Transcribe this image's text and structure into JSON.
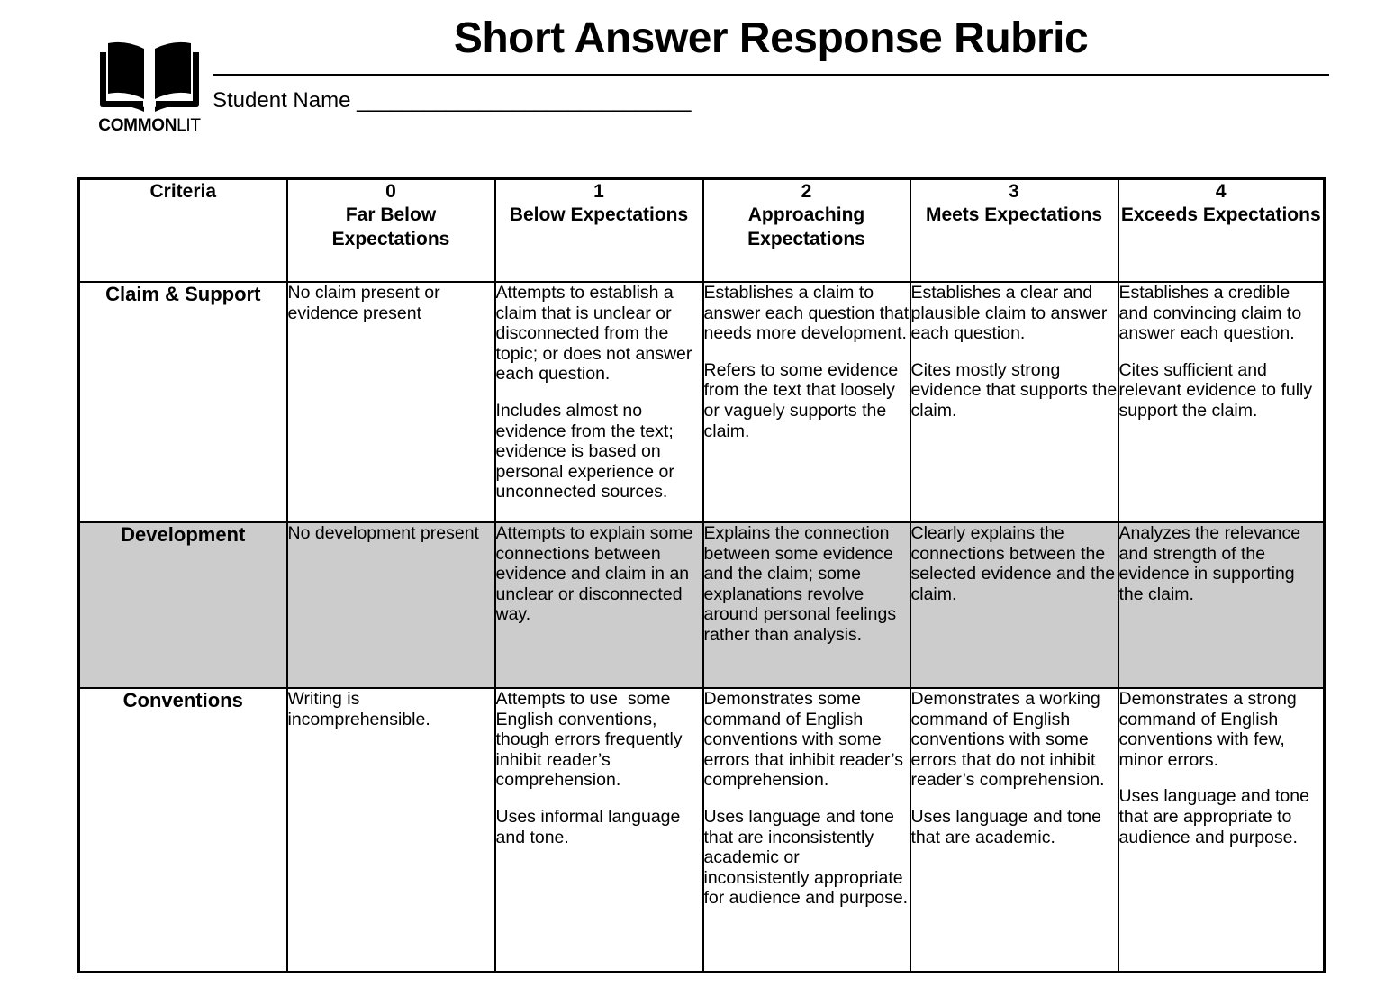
{
  "header": {
    "logo": {
      "icon": "open-book-icon",
      "wordmark_strong": "COMMON",
      "wordmark_light": "LIT"
    },
    "title": "Short Answer Response Rubric",
    "student_name_label": "Student Name",
    "student_name_fill": "______________________________",
    "student_name_value": ""
  },
  "table": {
    "columns": [
      {
        "key": "criteria",
        "num": "",
        "label": "Criteria"
      },
      {
        "key": "s0",
        "num": "0",
        "label": "Far Below Expectations"
      },
      {
        "key": "s1",
        "num": "1",
        "label": "Below Expectations"
      },
      {
        "key": "s2",
        "num": "2",
        "label": "Approaching Expectations"
      },
      {
        "key": "s3",
        "num": "3",
        "label": "Meets Expectations"
      },
      {
        "key": "s4",
        "num": "4",
        "label": "Exceeds Expectations"
      }
    ],
    "rows": [
      {
        "criteria": "Claim & Support",
        "shaded": false,
        "cells": {
          "s0": [
            "No claim present or evidence present"
          ],
          "s1": [
            "Attempts to establish a claim that is unclear or disconnected from the topic; or does not answer each question.",
            "Includes almost no evidence from the text; evidence is based on personal experience or unconnected sources."
          ],
          "s2": [
            "Establishes a claim to answer each question that needs more development.",
            "Refers to some evidence from the text that loosely or vaguely supports the claim."
          ],
          "s3": [
            "Establishes a clear and plausible claim to answer each question.",
            "Cites mostly strong evidence that supports the claim."
          ],
          "s4": [
            "Establishes a credible and convincing claim to answer each question.",
            "Cites sufficient and relevant evidence to fully support the claim."
          ]
        }
      },
      {
        "criteria": "Development",
        "shaded": true,
        "cells": {
          "s0": [
            "No development present"
          ],
          "s1": [
            "Attempts to explain some connections between evidence and claim in an unclear or disconnected way."
          ],
          "s2": [
            "Explains the connection between some evidence and the claim; some explanations revolve around personal feelings rather than analysis."
          ],
          "s3": [
            "Clearly explains the connections between the selected evidence and the claim."
          ],
          "s4": [
            "Analyzes the relevance and strength of the evidence in supporting the claim."
          ]
        }
      },
      {
        "criteria": "Conventions",
        "shaded": false,
        "cells": {
          "s0": [
            "Writing is incomprehensible."
          ],
          "s1": [
            "Attempts to use  some English conventions, though errors frequently inhibit reader’s comprehension.",
            "Uses informal language and tone."
          ],
          "s2": [
            "Demonstrates some command of English conventions with some errors that inhibit reader’s comprehension.",
            "Uses language and tone that are inconsistently academic or inconsistently appropriate for audience and purpose."
          ],
          "s3": [
            "Demonstrates a working command of English conventions with some errors that do not inhibit reader’s comprehension.",
            "Uses language and tone that are academic."
          ],
          "s4": [
            "Demonstrates a strong command of English conventions with few, minor errors.",
            "Uses language and tone that are appropriate to audience and purpose."
          ]
        }
      }
    ]
  },
  "colors": {
    "shaded_row": "#cccccc",
    "border": "#000000",
    "text": "#000000",
    "background": "#ffffff"
  }
}
